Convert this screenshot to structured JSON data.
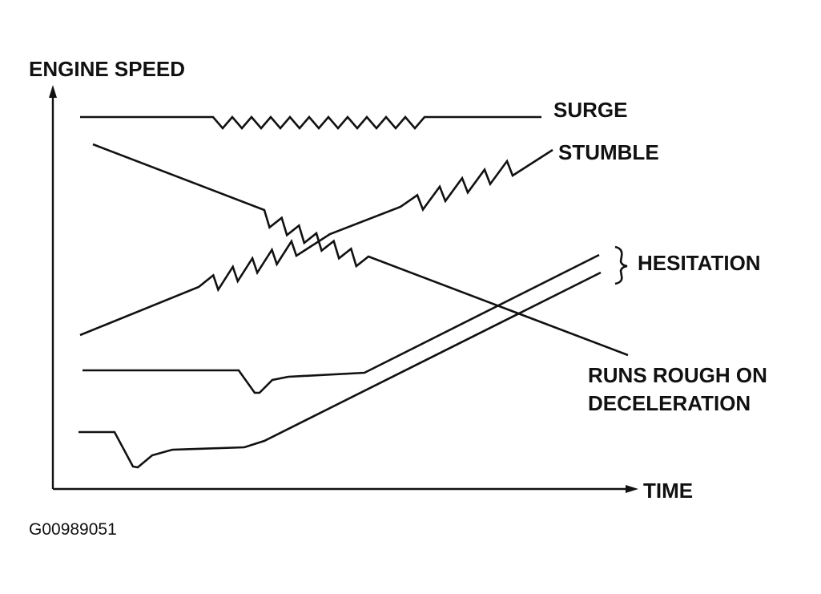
{
  "axes": {
    "y_label": "ENGINE SPEED",
    "x_label": "TIME"
  },
  "curves": {
    "surge": "SURGE",
    "stumble": "STUMBLE",
    "hesitation": "HESITATION",
    "runs_rough_line1": "RUNS ROUGH ON",
    "runs_rough_line2": "DECELERATION"
  },
  "figure_code": "G00989051"
}
